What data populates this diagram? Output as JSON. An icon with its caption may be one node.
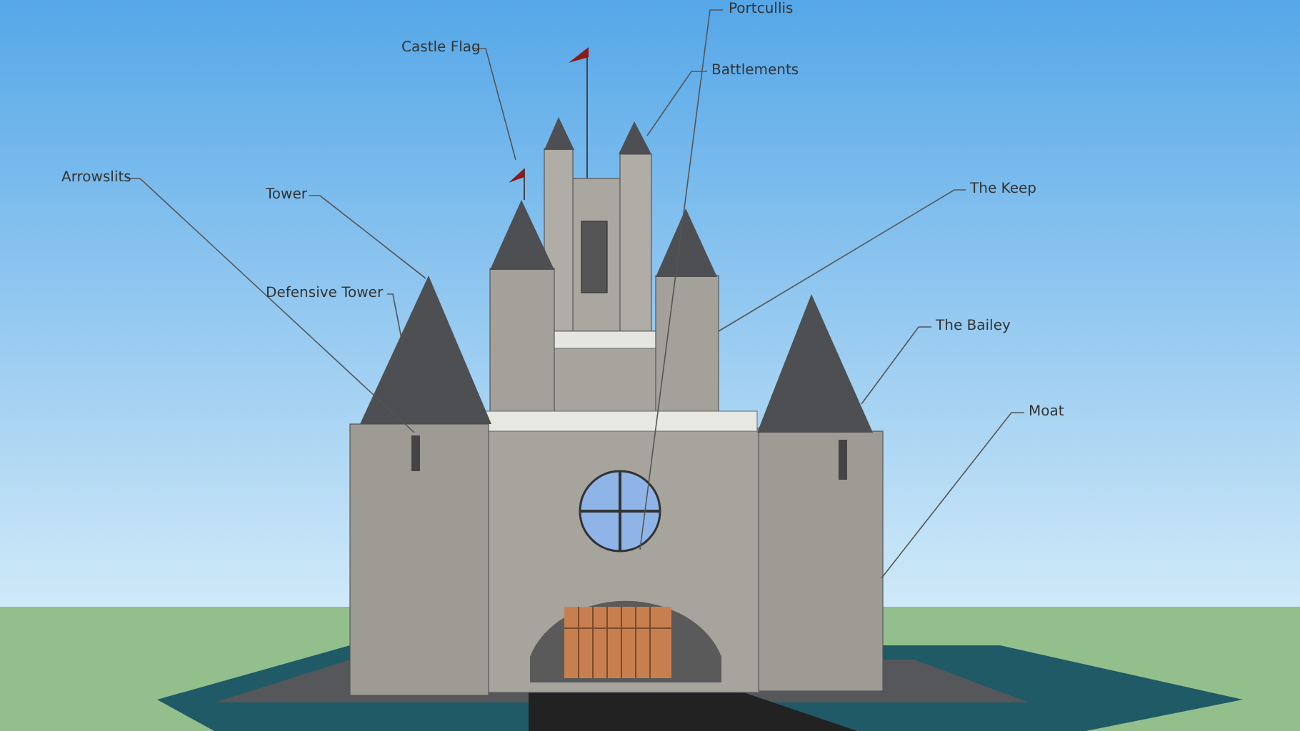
{
  "diagram": {
    "nodes": [
      {
        "text": [
          "Portcullis"
        ]
      },
      {
        "text": [
          "Castle Flag"
        ]
      },
      {
        "text": [
          "Battlements"
        ]
      },
      {
        "text": [
          "Arrowslits"
        ]
      },
      {
        "text": [
          "The Keep"
        ]
      },
      {
        "text": [
          "Tower"
        ]
      },
      {
        "text": [
          "Defensive Tower"
        ]
      },
      {
        "text": [
          "The Bailey"
        ]
      },
      {
        "text": [
          "Moat"
        ]
      }
    ],
    "edges": [
      {
        "from": 0,
        "to": null,
        "arrow": "none"
      },
      {
        "from": 1,
        "to": null,
        "arrow": "none"
      },
      {
        "from": 2,
        "to": null,
        "arrow": "none"
      },
      {
        "from": 3,
        "to": null,
        "arrow": "none"
      },
      {
        "from": 4,
        "to": null,
        "arrow": "none"
      },
      {
        "from": 5,
        "to": null,
        "arrow": "none"
      },
      {
        "from": 6,
        "to": null,
        "arrow": "none"
      },
      {
        "from": 7,
        "to": null,
        "arrow": "none"
      },
      {
        "from": 8,
        "to": null,
        "arrow": "none"
      }
    ]
  }
}
